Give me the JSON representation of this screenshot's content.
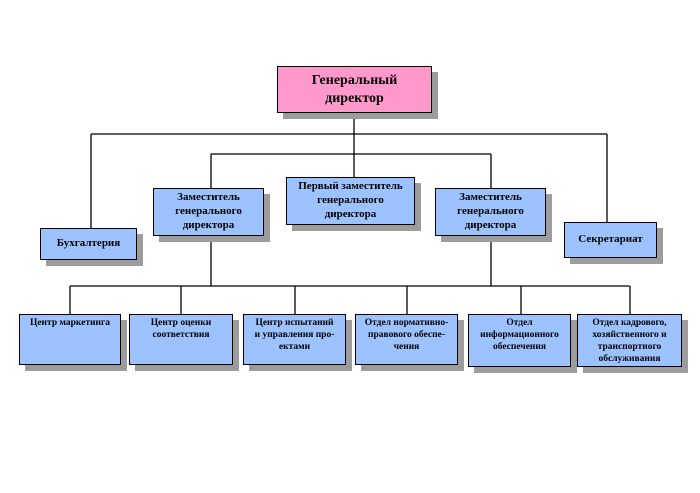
{
  "chart": {
    "top": {
      "label": "Генеральный\nдиректор"
    },
    "level2": [
      {
        "id": "accounting",
        "label": "Бухгалтерия"
      },
      {
        "id": "deputy-left",
        "label": "Заместитель\nгенерального\nдиректора"
      },
      {
        "id": "first-deputy",
        "label": "Первый заместитель\nгенерального\nдиректора"
      },
      {
        "id": "deputy-right",
        "label": "Заместитель\nгенерального\nдиректора"
      },
      {
        "id": "secretariat",
        "label": "Секретариат"
      }
    ],
    "level3": [
      {
        "id": "marketing",
        "label": "Центр маркетинга"
      },
      {
        "id": "conformity",
        "label": "Центр оценки\nсоответствия"
      },
      {
        "id": "testing",
        "label": "Центр испытаний\nи управления про-\nектами"
      },
      {
        "id": "legal",
        "label": "Отдел нормативно-\nправового обеспе-\nчения"
      },
      {
        "id": "it",
        "label": "Отдел\nинформационного\nобеспечения"
      },
      {
        "id": "hr",
        "label": "Отдел кадрового,\nхозяйственного и\nтранспортного\nобслуживания"
      }
    ]
  },
  "colors": {
    "top_fill": "#ff99cc",
    "box_fill": "#9cc3ff",
    "shadow": "#9c9c9c",
    "line": "#000000"
  }
}
